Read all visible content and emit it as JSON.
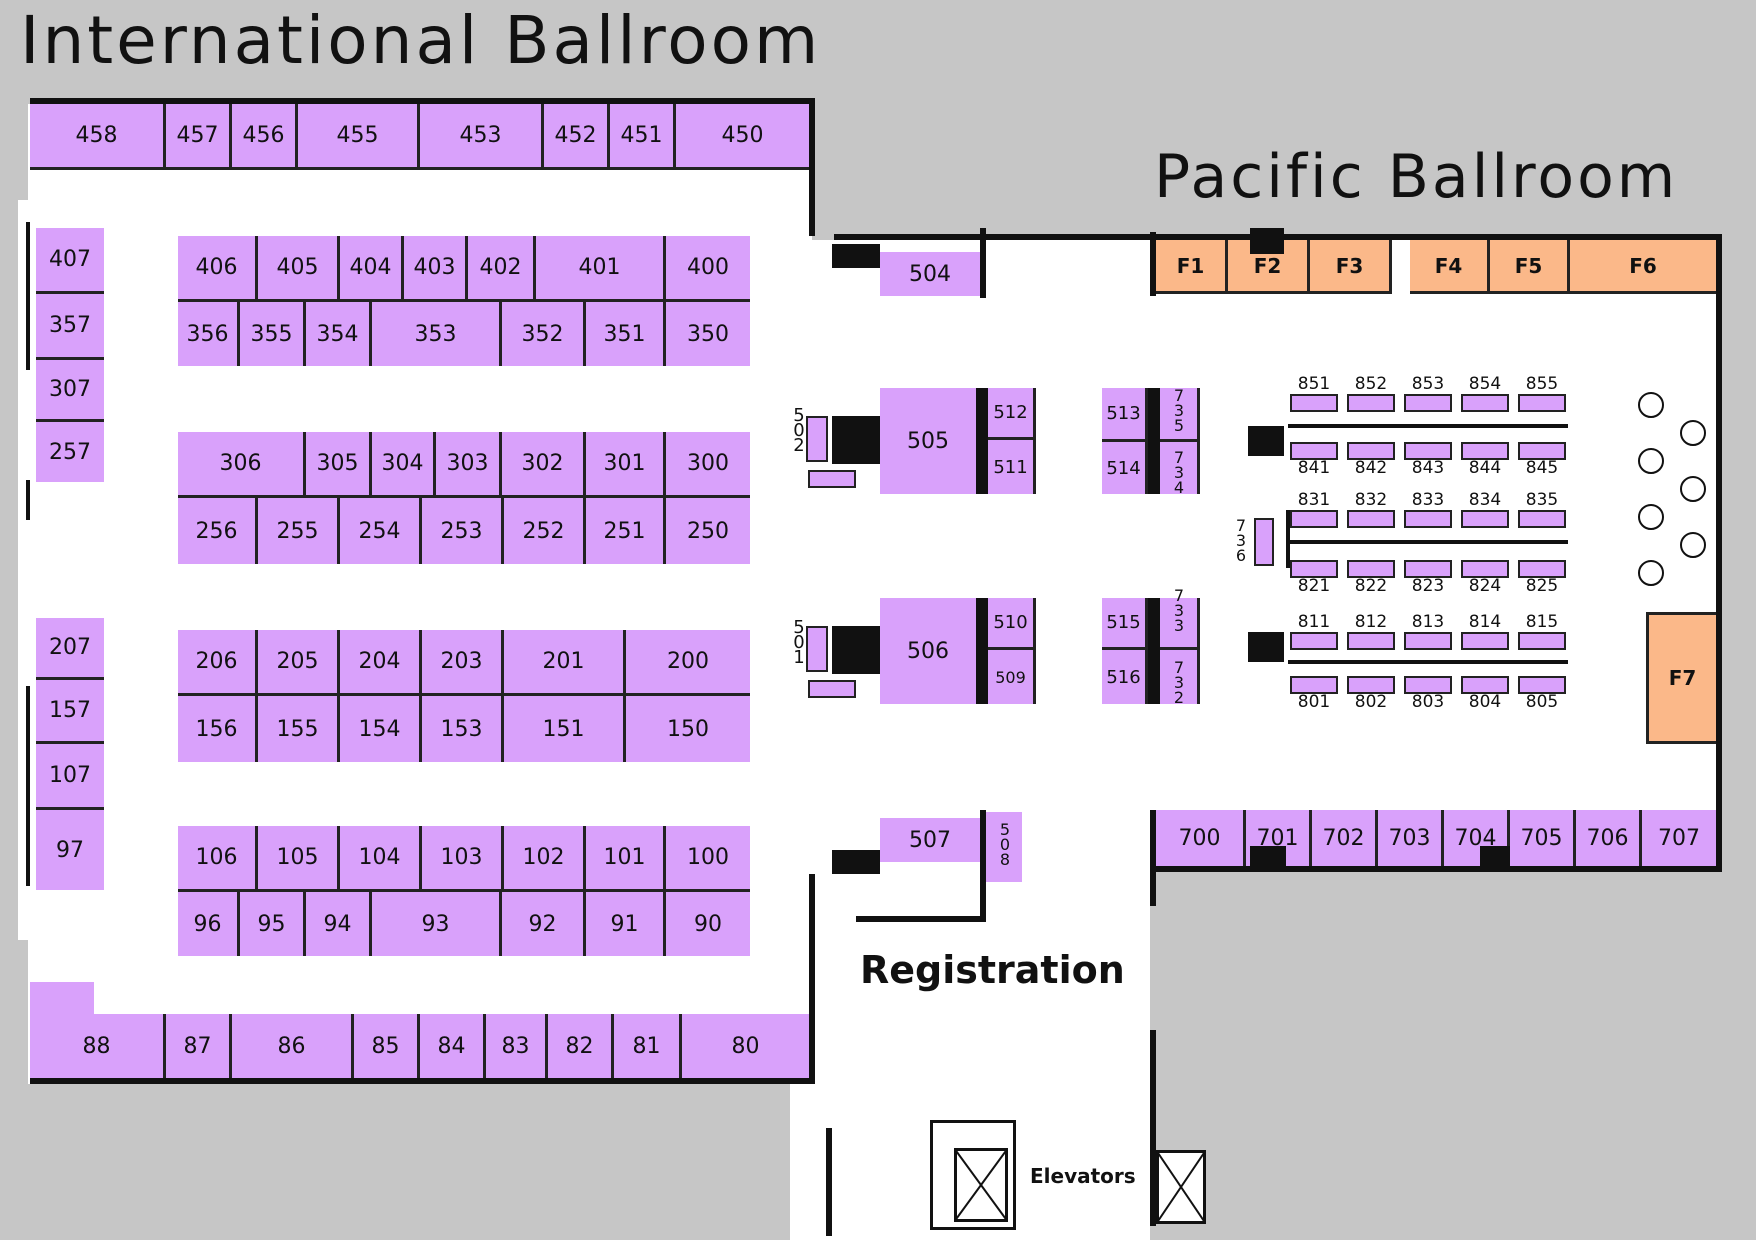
{
  "titles": {
    "international": "International Ballroom",
    "pacific": "Pacific Ballroom",
    "registration": "Registration",
    "elevators": "Elevators"
  },
  "colors": {
    "booth": "#d9a1fb",
    "featured_booth": "#fbb889",
    "floor": "#ffffff",
    "background": "#c6c6c6",
    "walls": "#111111"
  },
  "booths": {
    "top_row": [
      "458",
      "457",
      "456",
      "455",
      "453",
      "452",
      "451",
      "450"
    ],
    "left_column": [
      "407",
      "357",
      "307",
      "257",
      "207",
      "157",
      "107",
      "97"
    ],
    "block1_top": [
      "406",
      "405",
      "404",
      "403",
      "402",
      "401",
      "400"
    ],
    "block1_bottom": [
      "356",
      "355",
      "354",
      "353",
      "352",
      "351",
      "350"
    ],
    "block2_top": [
      "306",
      "305",
      "304",
      "303",
      "302",
      "301",
      "300"
    ],
    "block2_bottom": [
      "256",
      "255",
      "254",
      "253",
      "252",
      "251",
      "250"
    ],
    "block3_top": [
      "206",
      "205",
      "204",
      "203",
      "201",
      "200"
    ],
    "block3_bottom": [
      "156",
      "155",
      "154",
      "153",
      "151",
      "150"
    ],
    "block4_top": [
      "106",
      "105",
      "104",
      "103",
      "102",
      "101",
      "100"
    ],
    "block4_bottom": [
      "96",
      "95",
      "94",
      "93",
      "92",
      "91",
      "90"
    ],
    "bottom_row": [
      "88",
      "87",
      "86",
      "85",
      "84",
      "83",
      "82",
      "81",
      "80"
    ],
    "center": {
      "b504": "504",
      "b505": "505",
      "b506": "506",
      "b507": "507",
      "b508": "508",
      "b509": "509",
      "b510": "510",
      "b511": "511",
      "b512": "512",
      "b513": "513",
      "b514": "514",
      "b515": "515",
      "b516": "516",
      "b501": "501",
      "b502": "502",
      "b735": "735",
      "b734": "734",
      "b733": "733",
      "b732": "732",
      "b736": "736"
    },
    "featured_top": [
      "F1",
      "F2",
      "F3",
      "F4",
      "F5",
      "F6"
    ],
    "featured_side": "F7",
    "pacific_bottom": [
      "700",
      "701",
      "702",
      "703",
      "704",
      "705",
      "706",
      "707"
    ],
    "table_rows": [
      [
        "851",
        "852",
        "853",
        "854",
        "855"
      ],
      [
        "841",
        "842",
        "843",
        "844",
        "845"
      ],
      [
        "831",
        "832",
        "833",
        "834",
        "835"
      ],
      [
        "821",
        "822",
        "823",
        "824",
        "825"
      ],
      [
        "811",
        "812",
        "813",
        "814",
        "815"
      ],
      [
        "801",
        "802",
        "803",
        "804",
        "805"
      ]
    ]
  }
}
